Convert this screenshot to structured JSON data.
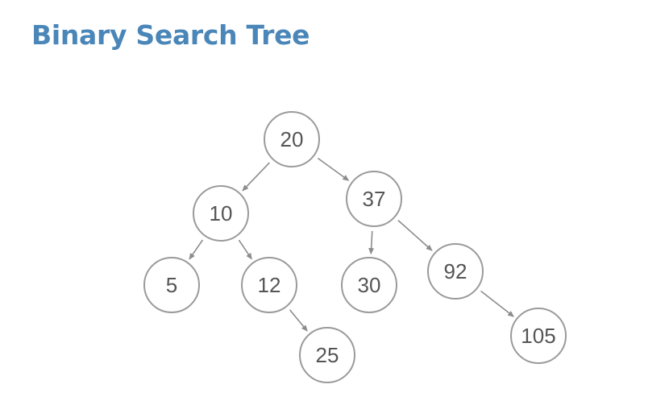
{
  "title": "Binary Search Tree",
  "colors": {
    "title": "#4a86b8",
    "node_stroke": "#9a9a9a",
    "node_text": "#555555",
    "edge": "#8c8c8c",
    "highlight": "#e8a33c"
  },
  "tree": {
    "nodes": [
      {
        "id": "n20",
        "label": "20",
        "highlight": false
      },
      {
        "id": "n10",
        "label": "10",
        "highlight": false
      },
      {
        "id": "n37",
        "label": "37",
        "highlight": false
      },
      {
        "id": "n5",
        "label": "5",
        "highlight": false
      },
      {
        "id": "n12",
        "label": "12",
        "highlight": false
      },
      {
        "id": "n30",
        "label": "30",
        "highlight": false
      },
      {
        "id": "n92",
        "label": "92",
        "highlight": false
      },
      {
        "id": "n25",
        "label": "25",
        "highlight": true
      },
      {
        "id": "n105",
        "label": "105",
        "highlight": false
      }
    ],
    "edges": [
      {
        "from": "n20",
        "to": "n10"
      },
      {
        "from": "n20",
        "to": "n37"
      },
      {
        "from": "n10",
        "to": "n5"
      },
      {
        "from": "n10",
        "to": "n12"
      },
      {
        "from": "n37",
        "to": "n30"
      },
      {
        "from": "n37",
        "to": "n92"
      },
      {
        "from": "n12",
        "to": "n25"
      },
      {
        "from": "n92",
        "to": "n105"
      }
    ]
  }
}
